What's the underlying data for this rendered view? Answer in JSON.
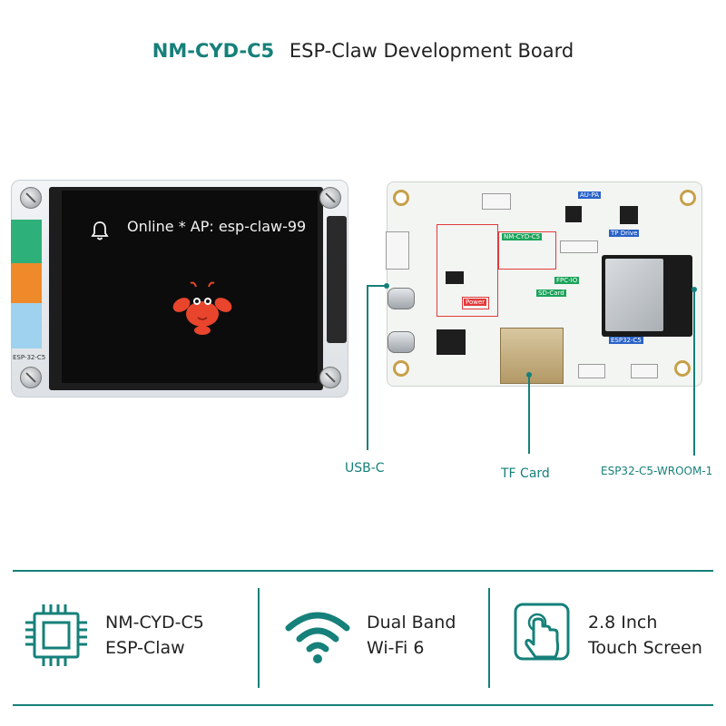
{
  "header": {
    "model": "NM-CYD-C5",
    "description": "ESP-Claw Development Board"
  },
  "display": {
    "status_text": "Online * AP: esp-claw-99",
    "side_label": "ESP-32-C5"
  },
  "board": {
    "labels": [
      "NM-CYD-C5",
      "FPC-IO",
      "SD-Card",
      "Power",
      "ESP32-C5",
      "AU-PA",
      "TP Drive"
    ]
  },
  "callouts": {
    "usb_c": "USB-C",
    "tf_card": "TF Card",
    "module": "ESP32-C5-WROOM-1"
  },
  "features": [
    {
      "icon": "chip-icon",
      "line1": "NM-CYD-C5",
      "line2": "ESP-Claw"
    },
    {
      "icon": "wifi-icon",
      "line1": "Dual Band",
      "line2": "Wi-Fi 6"
    },
    {
      "icon": "touch-icon",
      "line1": "2.8 Inch",
      "line2": "Touch Screen"
    }
  ],
  "colors": {
    "accent": "#16807a",
    "screen": "#0c0c0c",
    "lobster": "#e8452c"
  }
}
